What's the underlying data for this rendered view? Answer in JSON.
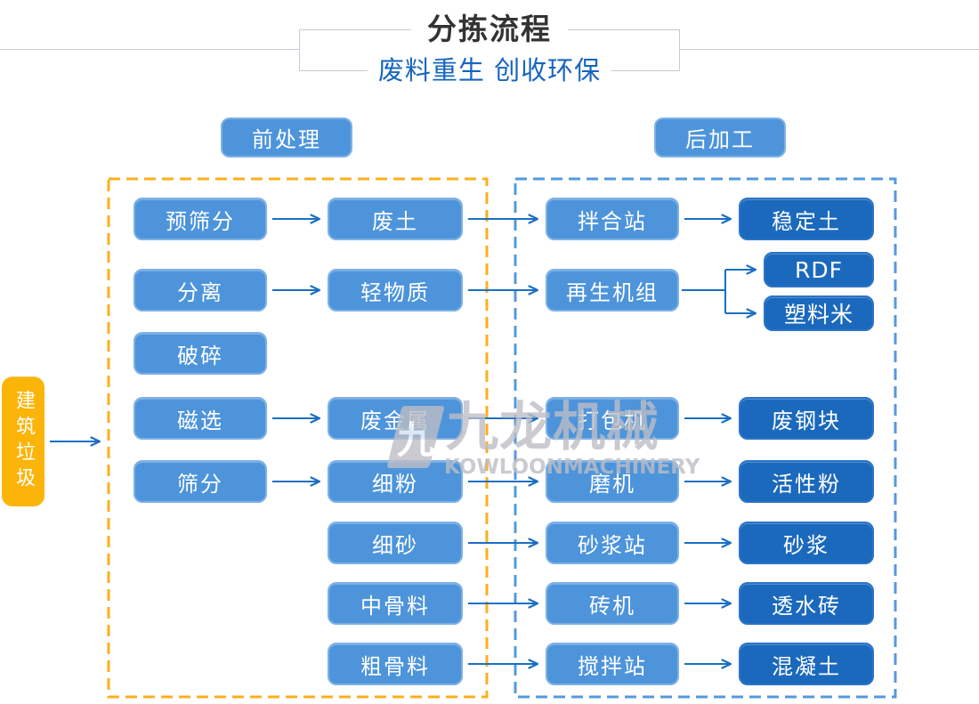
{
  "header": {
    "title": "分拣流程",
    "subtitle": "废料重生 创收环保"
  },
  "sections": {
    "pre": "前处理",
    "post": "后加工"
  },
  "watermark": {
    "logo_glyph": "九",
    "cn": "九龙机械",
    "en": "KOWLOONMACHINERY"
  },
  "nodes": {
    "construction_waste": "建筑垃圾",
    "pre_screening": "预筛分",
    "waste_soil": "废土",
    "separation": "分离",
    "light_material": "轻物质",
    "crushing": "破碎",
    "magnetic_separation": "磁选",
    "scrap_metal": "废金属",
    "screening": "筛分",
    "fine_powder": "细粉",
    "fine_sand": "细砂",
    "medium_aggregate": "中骨料",
    "coarse_aggregate": "粗骨料",
    "mixing_station": "拌合站",
    "recycling_unit": "再生机组",
    "baler": "打包机",
    "mill": "磨机",
    "mortar_station": "砂浆站",
    "brick_machine": "砖机",
    "batching_station": "搅拌站",
    "stabilized_soil": "稳定土",
    "rdf": "RDF",
    "plastic_pellets": "塑料米",
    "scrap_steel": "废钢块",
    "active_powder": "活性粉",
    "mortar": "砂浆",
    "permeable_brick": "透水砖",
    "concrete": "混凝土"
  },
  "edges": [
    {
      "from": "construction_waste",
      "to": "left_container"
    },
    {
      "from": "pre_screening",
      "to": "waste_soil"
    },
    {
      "from": "separation",
      "to": "light_material"
    },
    {
      "from": "magnetic_separation",
      "to": "scrap_metal"
    },
    {
      "from": "screening",
      "to": "fine_powder"
    },
    {
      "from": "waste_soil",
      "to": "mixing_station"
    },
    {
      "from": "light_material",
      "to": "recycling_unit"
    },
    {
      "from": "scrap_metal",
      "to": "baler"
    },
    {
      "from": "fine_powder",
      "to": "mill"
    },
    {
      "from": "fine_sand",
      "to": "mortar_station"
    },
    {
      "from": "medium_aggregate",
      "to": "brick_machine"
    },
    {
      "from": "coarse_aggregate",
      "to": "batching_station"
    },
    {
      "from": "mixing_station",
      "to": "stabilized_soil"
    },
    {
      "from": "recycling_unit",
      "to": "rdf"
    },
    {
      "from": "recycling_unit",
      "to": "plastic_pellets"
    },
    {
      "from": "baler",
      "to": "scrap_steel"
    },
    {
      "from": "mill",
      "to": "active_powder"
    },
    {
      "from": "mortar_station",
      "to": "mortar"
    },
    {
      "from": "brick_machine",
      "to": "permeable_brick"
    },
    {
      "from": "batching_station",
      "to": "concrete"
    }
  ],
  "colors": {
    "box_light": "#4D94DB",
    "box_light_border": "#7DB1E6",
    "box_dark": "#1B69BD",
    "box_dark_border": "#2A74C8",
    "source_orange": "#FBB408",
    "dash_yellow": "#FBAF1E",
    "dash_blue": "#5599DC",
    "arrow": "#1B6FC4",
    "title_text": "#333333",
    "subtitle_text": "#1765BE",
    "header_line": "#C9CAD4",
    "watermark_gray": "#BDBEC5"
  }
}
